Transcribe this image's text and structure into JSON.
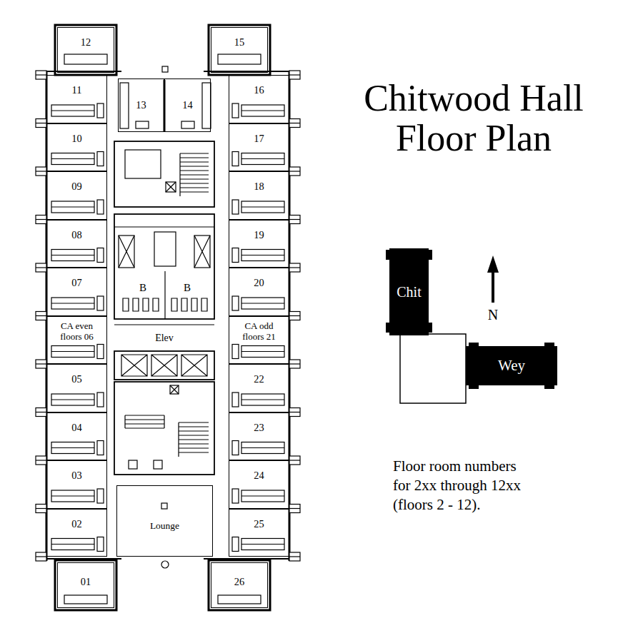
{
  "diagram": {
    "title": "Chitwood Hall Floor Plan",
    "nodes": [
      {
        "text": [
          "12"
        ]
      },
      {
        "text": [
          "15"
        ]
      },
      {
        "text": [
          "11"
        ]
      },
      {
        "text": [
          "13"
        ]
      },
      {
        "text": [
          "14"
        ]
      },
      {
        "text": [
          "16"
        ]
      },
      {
        "text": [
          "10"
        ]
      },
      {
        "text": [
          "17"
        ]
      },
      {
        "text": [
          "09"
        ]
      },
      {
        "text": [
          "18"
        ]
      },
      {
        "text": [
          "08"
        ]
      },
      {
        "text": [
          "19"
        ]
      },
      {
        "text": [
          "07"
        ]
      },
      {
        "text": [
          "20"
        ]
      },
      {
        "text": [
          "CA even floors 06"
        ]
      },
      {
        "text": [
          "CA odd floors 21"
        ]
      },
      {
        "text": [
          "05"
        ]
      },
      {
        "text": [
          "22"
        ]
      },
      {
        "text": [
          "04"
        ]
      },
      {
        "text": [
          "23"
        ]
      },
      {
        "text": [
          "03"
        ]
      },
      {
        "text": [
          "24"
        ]
      },
      {
        "text": [
          "02"
        ]
      },
      {
        "text": [
          "Lounge"
        ]
      },
      {
        "text": [
          "25"
        ]
      },
      {
        "text": [
          "01"
        ]
      },
      {
        "text": [
          "26"
        ]
      },
      {
        "text": [
          "Chit"
        ]
      },
      {
        "text": [
          "Wey"
        ]
      }
    ],
    "labels": [
      "B",
      "B",
      "Elev",
      "N",
      "Floor room numbers for 2xx through 12xx (floors 2 - 12)."
    ]
  }
}
